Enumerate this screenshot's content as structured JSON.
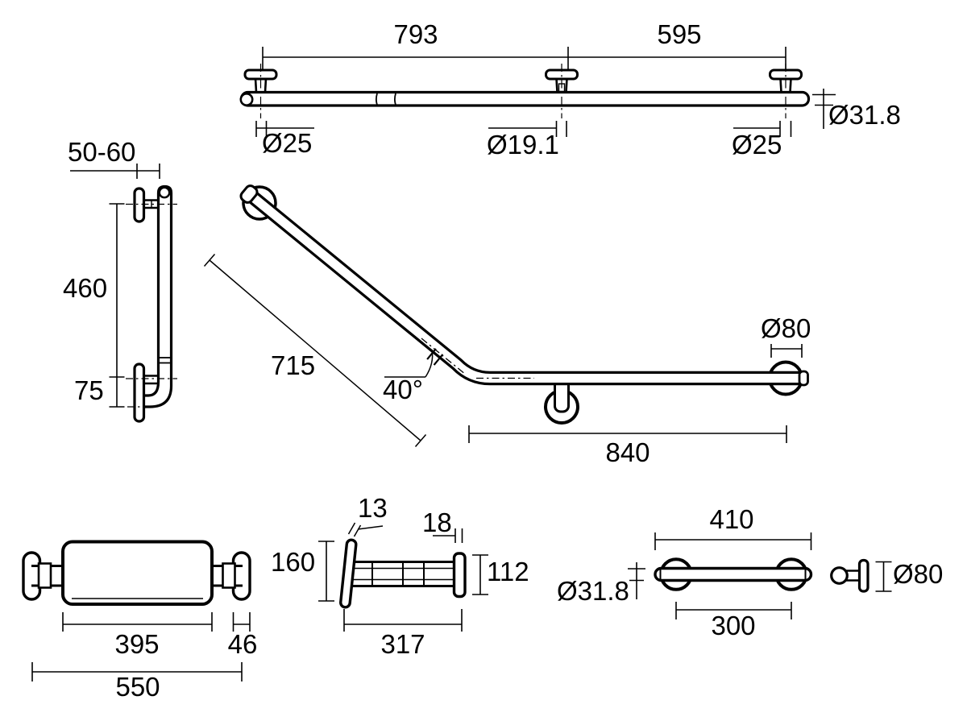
{
  "drawing_title": "grab-rail-dimension-drawing",
  "colors": {
    "line": "#000000",
    "background": "#ffffff"
  },
  "dims": {
    "top_rail": {
      "span_left": "793",
      "span_right": "595",
      "end_left_dia": "Ø25",
      "mid_dia": "Ø19.1",
      "end_right_dia": "Ø25",
      "tube_dia": "Ø31.8"
    },
    "side_vertical_rail": {
      "wall_offset": "50-60",
      "upper_height": "460",
      "lower_height": "75"
    },
    "angled_rail": {
      "diagonal_length": "715",
      "bend_angle": "40°",
      "flange_dia": "Ø80",
      "horizontal_length": "840"
    },
    "backrest_front": {
      "pad_width": "395",
      "bracket_width": "46",
      "overall_width": "550"
    },
    "backrest_side": {
      "plate_thickness": "13",
      "plate_height": "160",
      "bracket_thickness": "18",
      "bracket_height": "112",
      "overall_depth": "317"
    },
    "small_rail": {
      "overall_length": "410",
      "tube_dia": "Ø31.8",
      "fixing_centres": "300",
      "flange_dia": "Ø80"
    }
  }
}
